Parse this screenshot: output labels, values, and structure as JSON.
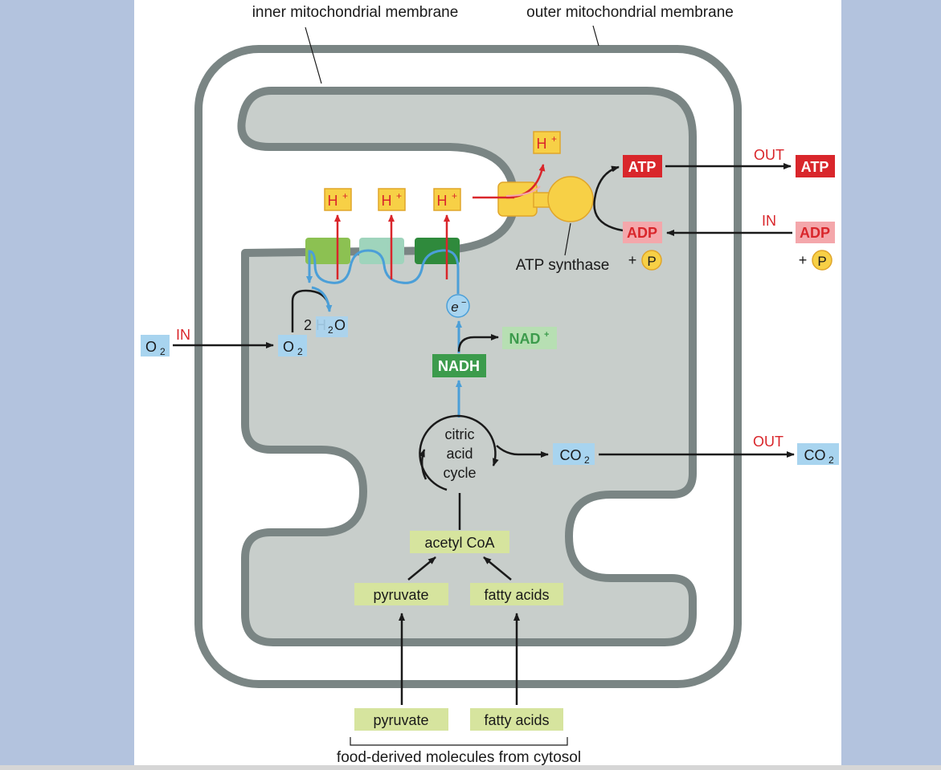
{
  "labels": {
    "inner_membrane": "inner mitochondrial membrane",
    "outer_membrane": "outer mitochondrial membrane",
    "atp_synthase": "ATP synthase",
    "food_derived": "food-derived molecules from cytosol"
  },
  "molecules": {
    "h_plus": "H",
    "h_plus_sup": "+",
    "atp": "ATP",
    "adp": "ADP",
    "plus": "+",
    "p": "P",
    "electron": "e",
    "electron_sup": "−",
    "nadh": "NADH",
    "nad_plus": "NAD",
    "nad_plus_sup": "+",
    "water_prefix": "2 H",
    "water_sub": "2",
    "water_suffix": "O",
    "o2": "O",
    "o2_sub": "2",
    "co2": "CO",
    "co2_sub": "2",
    "acetyl_coa": "acetyl CoA",
    "pyruvate": "pyruvate",
    "fatty_acids": "fatty acids",
    "cycle_line1": "citric",
    "cycle_line2": "acid",
    "cycle_line3": "cycle"
  },
  "directions": {
    "in": "IN",
    "out": "OUT"
  },
  "colors": {
    "background": "#b3c3de",
    "membrane": "#7a8584",
    "matrix": "#c8cecb",
    "proton_box": "#f7d046",
    "proton_red": "#d9262b",
    "atp_red": "#d9262b",
    "adp_pink": "#f4a7ab",
    "electron_blue": "#4b9fd8",
    "blue_box": "#a8d4ef",
    "nadh_green": "#3c9b4c",
    "nad_light": "#b7dfb3",
    "yellow_green_box": "#d6e49e",
    "synthase_yellow": "#f7d046"
  }
}
